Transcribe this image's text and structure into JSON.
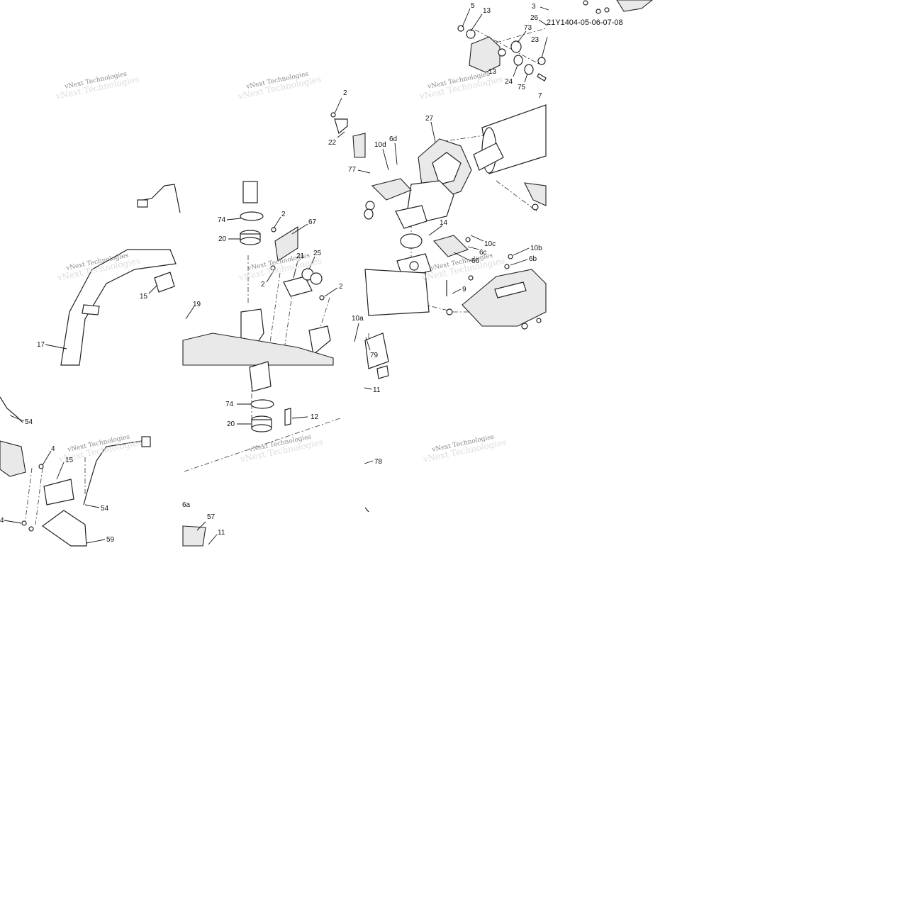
{
  "diagram": {
    "code": "21Y1404-05-06-07-08",
    "watermark": "vNext Technologies",
    "callouts": [
      {
        "id": "c5",
        "text": "5"
      },
      {
        "id": "c13a",
        "text": "13"
      },
      {
        "id": "c13b",
        "text": "13"
      },
      {
        "id": "c3",
        "text": "3"
      },
      {
        "id": "c26",
        "text": "26"
      },
      {
        "id": "c23",
        "text": "23"
      },
      {
        "id": "c73",
        "text": "73"
      },
      {
        "id": "c24",
        "text": "24"
      },
      {
        "id": "c75",
        "text": "75"
      },
      {
        "id": "c7",
        "text": "7"
      },
      {
        "id": "c2a",
        "text": "2"
      },
      {
        "id": "c22",
        "text": "22"
      },
      {
        "id": "c27",
        "text": "27"
      },
      {
        "id": "c10d",
        "text": "10d"
      },
      {
        "id": "c6d",
        "text": "6d"
      },
      {
        "id": "c77",
        "text": "77"
      },
      {
        "id": "c74a",
        "text": "74"
      },
      {
        "id": "c2b",
        "text": "2"
      },
      {
        "id": "c67",
        "text": "67"
      },
      {
        "id": "c20a",
        "text": "20"
      },
      {
        "id": "c21",
        "text": "21"
      },
      {
        "id": "c25",
        "text": "25"
      },
      {
        "id": "c2c",
        "text": "2"
      },
      {
        "id": "c2d",
        "text": "2"
      },
      {
        "id": "c14",
        "text": "14"
      },
      {
        "id": "c10c",
        "text": "10c"
      },
      {
        "id": "c6c",
        "text": "6c"
      },
      {
        "id": "c10b",
        "text": "10b"
      },
      {
        "id": "c6b",
        "text": "6b"
      },
      {
        "id": "c66",
        "text": "66"
      },
      {
        "id": "c9",
        "text": "9"
      },
      {
        "id": "c15a",
        "text": "15"
      },
      {
        "id": "c19",
        "text": "19"
      },
      {
        "id": "c17",
        "text": "17"
      },
      {
        "id": "c10a",
        "text": "10a"
      },
      {
        "id": "c79",
        "text": "79"
      },
      {
        "id": "c11a",
        "text": "11"
      },
      {
        "id": "c74b",
        "text": "74"
      },
      {
        "id": "c12",
        "text": "12"
      },
      {
        "id": "c20b",
        "text": "20"
      },
      {
        "id": "c54a",
        "text": "54"
      },
      {
        "id": "c4a",
        "text": "4"
      },
      {
        "id": "c15b",
        "text": "15"
      },
      {
        "id": "c54b",
        "text": "54"
      },
      {
        "id": "c4b",
        "text": "4"
      },
      {
        "id": "c59",
        "text": "59"
      },
      {
        "id": "c78",
        "text": "78"
      },
      {
        "id": "c6a",
        "text": "6a"
      },
      {
        "id": "c57",
        "text": "57"
      },
      {
        "id": "c11b",
        "text": "11"
      }
    ]
  }
}
